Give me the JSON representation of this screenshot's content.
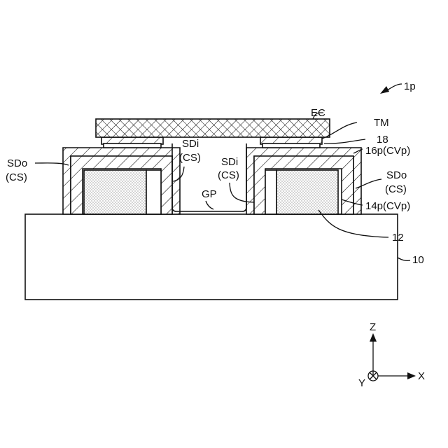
{
  "figure_ref": "1p",
  "labels": {
    "ec": "EC",
    "tm": "TM",
    "l18": "18",
    "l16p": "16p(CVp)",
    "l14p": "14p(CVp)",
    "l12": "12",
    "l10": "10",
    "gp": "GP",
    "sdo_left": "SDo",
    "cs_left": "(CS)",
    "sdi_left": "SDi",
    "cs_sdi_left": "(CS)",
    "sdi_right": "SDi",
    "cs_sdi_right": "(CS)",
    "sdo_right": "SDo",
    "cs_right": "(CS)"
  },
  "axes": {
    "z": "Z",
    "y": "Y",
    "x": "X"
  }
}
